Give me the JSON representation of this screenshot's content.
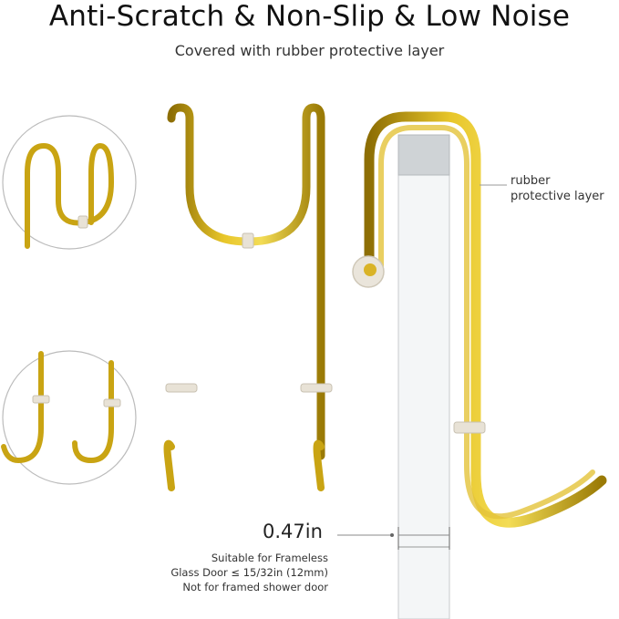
{
  "title": "Anti-Scratch & Non-Slip & Low Noise",
  "subtitle": "Covered with rubber protective layer",
  "rubber_label": [
    "rubber",
    "protective layer"
  ],
  "dimension": "0.47in",
  "note_lines": [
    "Suitable for Frameless",
    "Glass Door ≤ 15/32in (12mm)",
    "Not for framed shower door"
  ],
  "colors": {
    "gold": "#d7b11a",
    "gold_dark": "#9a7a05",
    "rubber": "#e8e2d6",
    "glass_edge": "#bdbdbd"
  }
}
